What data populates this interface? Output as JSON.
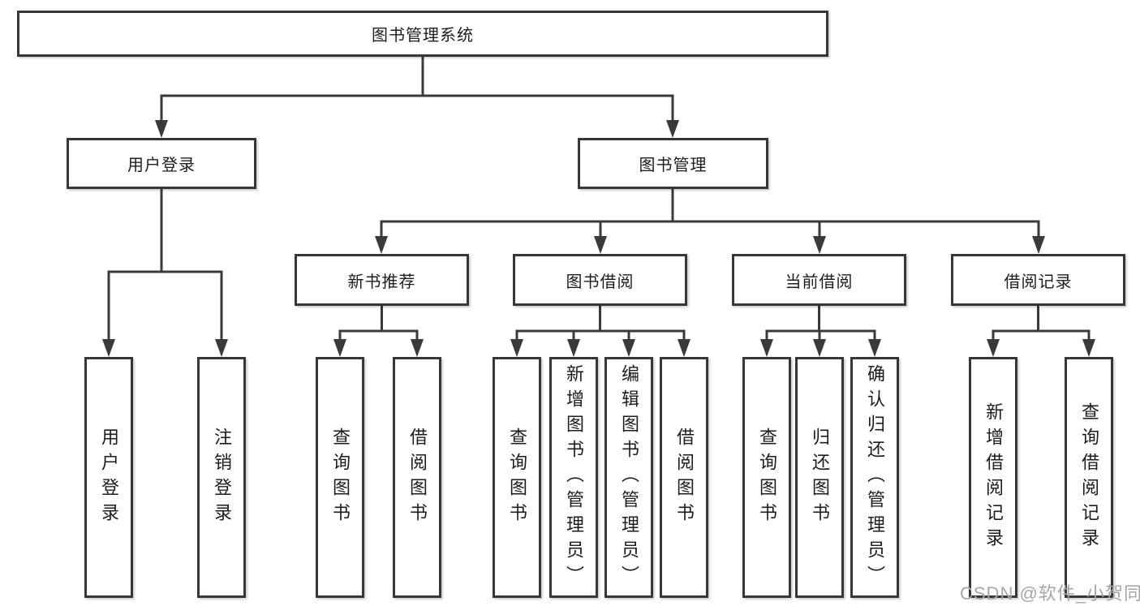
{
  "diagram": {
    "tree": {
      "root": {
        "label": "图书管理系统",
        "children": [
          {
            "label": "用户登录",
            "children": [
              {
                "label": "用户登录"
              },
              {
                "label": "注销登录"
              }
            ]
          },
          {
            "label": "图书管理",
            "children": [
              {
                "label": "新书推荐",
                "children": [
                  {
                    "label": "查询图书"
                  },
                  {
                    "label": "借阅图书"
                  }
                ]
              },
              {
                "label": "图书借阅",
                "children": [
                  {
                    "label": "查询图书"
                  },
                  {
                    "label": "新增图书（管理员）"
                  },
                  {
                    "label": "编辑图书（管理员）"
                  },
                  {
                    "label": "借阅图书"
                  }
                ]
              },
              {
                "label": "当前借阅",
                "children": [
                  {
                    "label": "查询图书"
                  },
                  {
                    "label": "归还图书"
                  },
                  {
                    "label": "确认归还（管理员）"
                  }
                ]
              },
              {
                "label": "借阅记录",
                "children": [
                  {
                    "label": "新增借阅记录"
                  },
                  {
                    "label": "查询借阅记录"
                  }
                ]
              }
            ]
          }
        ]
      }
    },
    "colors": {
      "line": "#3a3a3a",
      "box_border": "#373737",
      "text": "#1c1c1c",
      "watermark": "#a6a6a6",
      "background": "#ffffff"
    }
  },
  "watermark": {
    "text": "CSDN @软件_小贺同学"
  }
}
